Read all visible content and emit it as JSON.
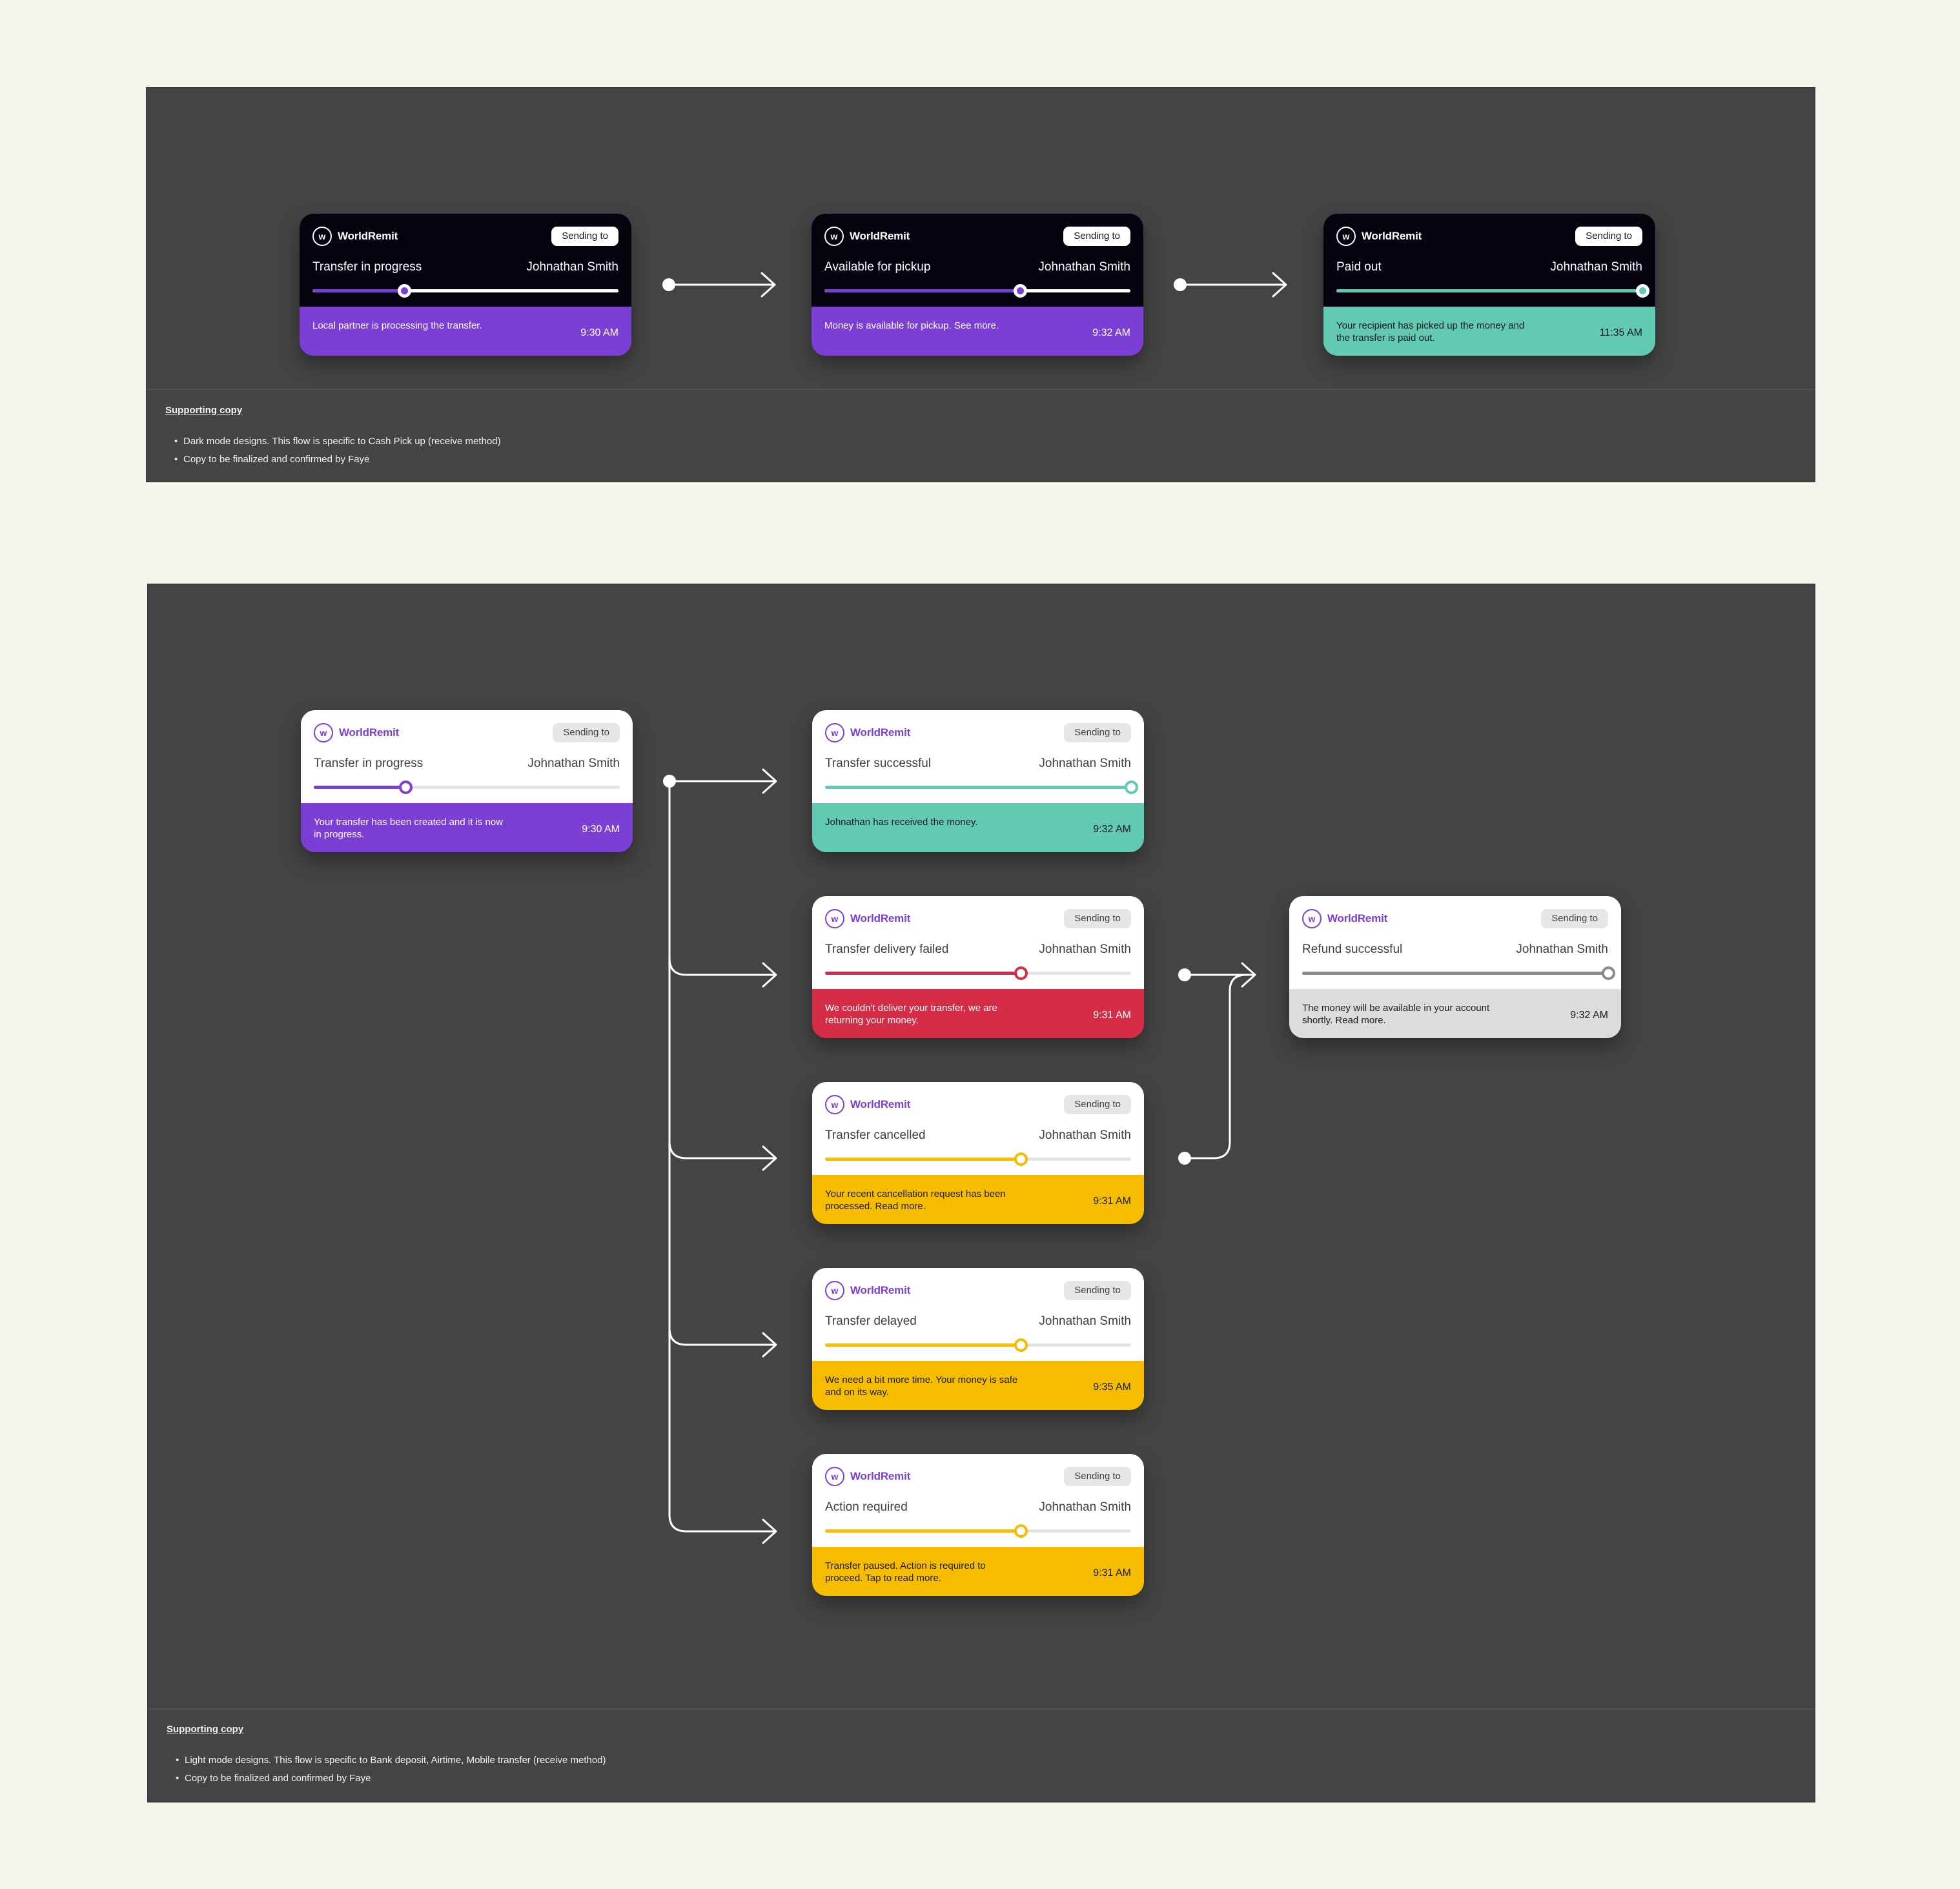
{
  "brand_colors": {
    "purple": "#7b3fd6",
    "teal": "#62c9b2",
    "red": "#d42d45",
    "yellow": "#f6bd00",
    "grey": "#8a8a8a",
    "grey_bg": "#dcdcdc"
  },
  "dark_flow": {
    "cards": [
      {
        "brand": "WorldRemit",
        "logo_letter": "w",
        "badge": "Sending to",
        "status": "Transfer in progress",
        "recipient": "Johnathan Smith",
        "progress": 0.3,
        "color": "#7b3fd6",
        "text_tone": "light",
        "message": "Local partner is processing the transfer.",
        "time": "9:30 AM"
      },
      {
        "brand": "WorldRemit",
        "logo_letter": "w",
        "badge": "Sending to",
        "status": "Available for pickup",
        "recipient": "Johnathan Smith",
        "progress": 0.64,
        "color": "#7b3fd6",
        "text_tone": "light",
        "message": "Money is available for pickup. See more.",
        "time": "9:32 AM"
      },
      {
        "brand": "WorldRemit",
        "logo_letter": "w",
        "badge": "Sending to",
        "status": "Paid out",
        "recipient": "Johnathan Smith",
        "progress": 1.0,
        "color": "#62c9b2",
        "text_tone": "dark",
        "message": "Your recipient has picked up the money and the transfer is paid out.",
        "time": "11:35 AM"
      }
    ],
    "supporting": {
      "title": "Supporting copy",
      "notes": [
        "Dark mode designs. This flow is specific to Cash Pick up (receive method)",
        "Copy to be finalized and confirmed by Faye"
      ]
    }
  },
  "light_flow": {
    "cards": [
      {
        "brand": "WorldRemit",
        "logo_letter": "w",
        "badge": "Sending to",
        "status": "Transfer in progress",
        "recipient": "Johnathan Smith",
        "progress": 0.3,
        "color": "#7b3fd6",
        "text_tone": "light",
        "message": "Your transfer has been created and it is now in progress.",
        "time": "9:30 AM"
      },
      {
        "brand": "WorldRemit",
        "logo_letter": "w",
        "badge": "Sending to",
        "status": "Transfer successful",
        "recipient": "Johnathan Smith",
        "progress": 1.0,
        "color": "#62c9b2",
        "text_tone": "dark",
        "message": "Johnathan has received the money.",
        "time": "9:32 AM"
      },
      {
        "brand": "WorldRemit",
        "logo_letter": "w",
        "badge": "Sending to",
        "status": "Transfer delivery failed",
        "recipient": "Johnathan Smith",
        "progress": 0.64,
        "color": "#d42d45",
        "text_tone": "light",
        "message": "We couldn't deliver your transfer, we are returning your money.",
        "time": "9:31 AM"
      },
      {
        "brand": "WorldRemit",
        "logo_letter": "w",
        "badge": "Sending to",
        "status": "Transfer cancelled",
        "recipient": "Johnathan Smith",
        "progress": 0.64,
        "color": "#f6bd00",
        "text_tone": "dark",
        "message": "Your recent cancellation request has been processed. Read more.",
        "time": "9:31 AM"
      },
      {
        "brand": "WorldRemit",
        "logo_letter": "w",
        "badge": "Sending to",
        "status": "Transfer delayed",
        "recipient": "Johnathan Smith",
        "progress": 0.64,
        "color": "#f6bd00",
        "text_tone": "dark",
        "message": "We need a bit more time. Your money is safe and on its way.",
        "time": "9:35 AM"
      },
      {
        "brand": "WorldRemit",
        "logo_letter": "w",
        "badge": "Sending to",
        "status": "Action required",
        "recipient": "Johnathan Smith",
        "progress": 0.64,
        "color": "#f6bd00",
        "text_tone": "dark",
        "message": "Transfer paused. Action is required to proceed. Tap to read more.",
        "time": "9:31 AM"
      },
      {
        "brand": "WorldRemit",
        "logo_letter": "w",
        "badge": "Sending to",
        "status": "Refund successful",
        "recipient": "Johnathan Smith",
        "progress": 1.0,
        "color": "#8a8a8a",
        "message_bg": "#dcdcdc",
        "text_tone": "dark",
        "message": "The money will be available in your account shortly. Read more.",
        "time": "9:32 AM"
      }
    ],
    "supporting": {
      "title": "Supporting copy",
      "notes": [
        "Light mode designs. This flow is specific to Bank deposit, Airtime, Mobile transfer (receive method)",
        "Copy to be finalized and confirmed by Faye"
      ]
    }
  }
}
